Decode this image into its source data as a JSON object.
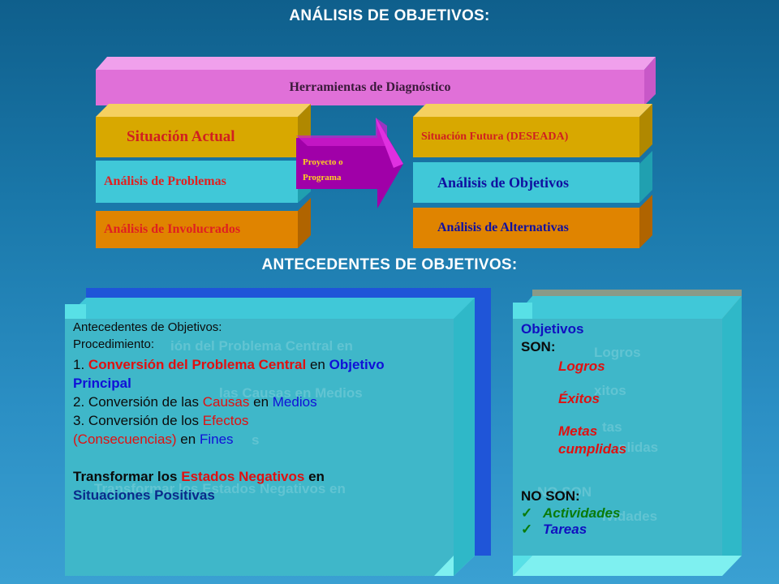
{
  "title_top": "ANÁLISIS DE OBJETIVOS:",
  "title_mid": "ANTECEDENTES DE OBJETIVOS:",
  "diagram": {
    "header_bar": "Herramientas de Diagnóstico",
    "left": {
      "row1": "Situación Actual",
      "row2": "Análisis de Problemas",
      "row3": "Análisis de Involucrados"
    },
    "arrow": {
      "line1": "Proyecto o",
      "line2": "Programa"
    },
    "right": {
      "row1": "Situación Futura (DESEADA)",
      "row2": "Análisis de Objetivos",
      "row3": "Análisis de Alternativas"
    },
    "colors": {
      "header": "#e070d8",
      "gold": "#d8a800",
      "cyan": "#40c8d8",
      "orange": "#e08400",
      "magenta": "#c000c0"
    }
  },
  "left_panel": {
    "heading": "Antecedentes de Objetivos:",
    "subheading": "Procedimiento:",
    "item1_num": "1.",
    "item1_a": "Conversión del Problema Central",
    "item1_b": "en",
    "item1_c": "Objetivo Principal",
    "item2_num": "2.",
    "item2_a": "Conversión de las",
    "item2_b": "Causas",
    "item2_c": "en",
    "item2_d": "Medios",
    "item3_num": "3.",
    "item3_a": "Conversión de los",
    "item3_b": "Efectos",
    "item3_c": "(Consecuencias)",
    "item3_d": "en",
    "item3_e": "Fines",
    "closing_a": "Transformar los",
    "closing_b": "Estados Negativos",
    "closing_c": "en",
    "closing_d": "Situaciones Positivas"
  },
  "right_panel": {
    "heading": "Objetivos",
    "son": "SON:",
    "items": [
      "Logros",
      "Éxitos",
      "Metas",
      "cumplidas"
    ],
    "no_son": "NO SON:",
    "not_items": [
      "Actividades",
      "Tareas"
    ]
  }
}
